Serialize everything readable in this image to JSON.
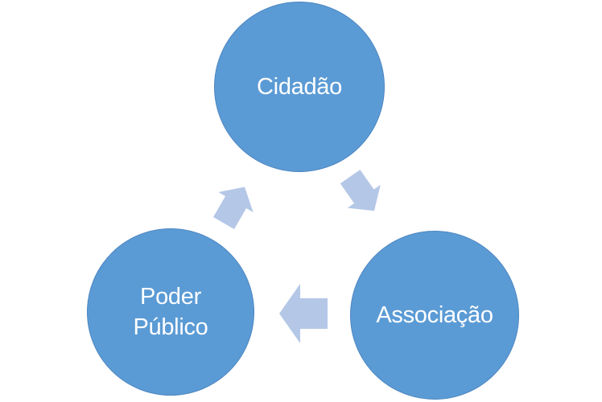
{
  "diagram": {
    "type": "cycle",
    "background_color": "#ffffff",
    "node_fill_color": "#5b9bd5",
    "node_border_color": "#4d86c0",
    "arrow_fill_color": "#b4c7e7",
    "label_color": "#ffffff",
    "nodes": [
      {
        "id": "cidadao",
        "label": "Cidadão",
        "position": "top-center"
      },
      {
        "id": "poder-publico",
        "label": "Poder Público",
        "position": "bottom-left"
      },
      {
        "id": "associacao",
        "label": "Associação",
        "position": "bottom-right"
      }
    ],
    "arrows": [
      {
        "id": "cidadao-to-associacao",
        "from": "Cidadão",
        "to": "Associação",
        "direction": "down-right"
      },
      {
        "id": "associacao-to-poder-publico",
        "from": "Associação",
        "to": "Poder Público",
        "direction": "left"
      },
      {
        "id": "poder-publico-to-cidadao",
        "from": "Poder Público",
        "to": "Cidadão",
        "direction": "up-right"
      }
    ]
  }
}
